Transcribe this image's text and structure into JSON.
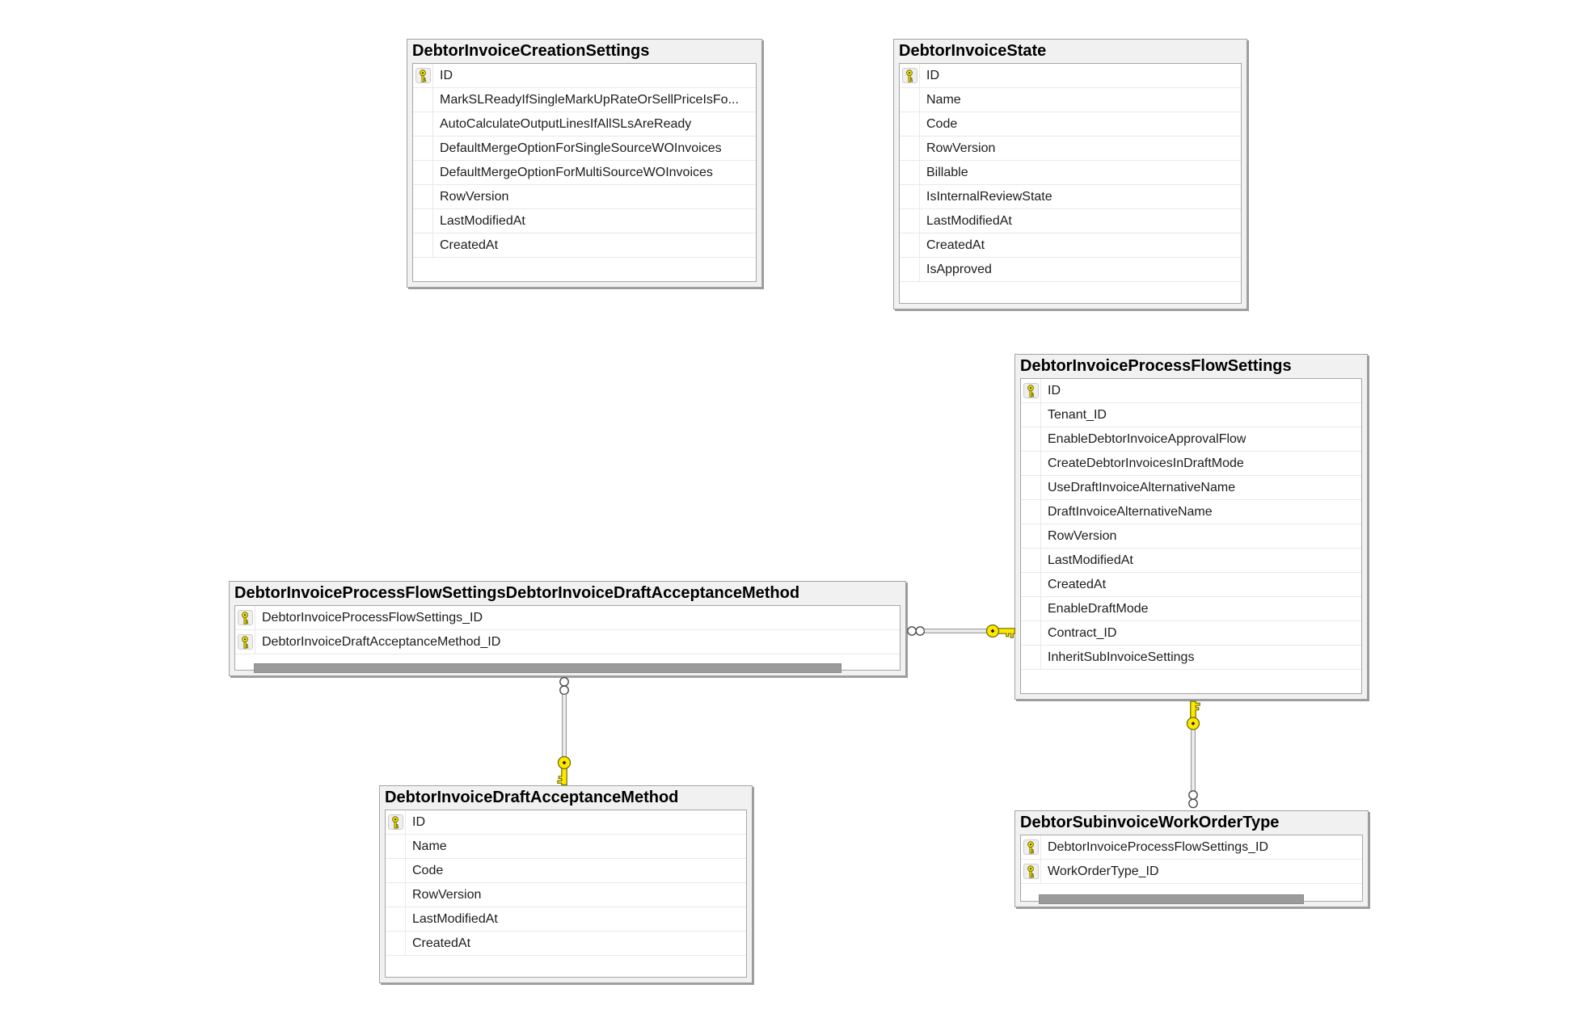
{
  "diagram": {
    "tables": [
      {
        "name": "DebtorInvoiceCreationSettings",
        "columns": [
          {
            "name": "ID",
            "primary_key": true
          },
          {
            "name": "MarkSLReadyIfSingleMarkUpRateOrSellPriceIsFo...",
            "primary_key": false
          },
          {
            "name": "AutoCalculateOutputLinesIfAllSLsAreReady",
            "primary_key": false
          },
          {
            "name": "DefaultMergeOptionForSingleSourceWOInvoices",
            "primary_key": false
          },
          {
            "name": "DefaultMergeOptionForMultiSourceWOInvoices",
            "primary_key": false
          },
          {
            "name": "RowVersion",
            "primary_key": false
          },
          {
            "name": "LastModifiedAt",
            "primary_key": false
          },
          {
            "name": "CreatedAt",
            "primary_key": false
          }
        ]
      },
      {
        "name": "DebtorInvoiceState",
        "columns": [
          {
            "name": "ID",
            "primary_key": true
          },
          {
            "name": "Name",
            "primary_key": false
          },
          {
            "name": "Code",
            "primary_key": false
          },
          {
            "name": "RowVersion",
            "primary_key": false
          },
          {
            "name": "Billable",
            "primary_key": false
          },
          {
            "name": "IsInternalReviewState",
            "primary_key": false
          },
          {
            "name": "LastModifiedAt",
            "primary_key": false
          },
          {
            "name": "CreatedAt",
            "primary_key": false
          },
          {
            "name": "IsApproved",
            "primary_key": false
          }
        ]
      },
      {
        "name": "DebtorInvoiceProcessFlowSettings",
        "columns": [
          {
            "name": "ID",
            "primary_key": true
          },
          {
            "name": "Tenant_ID",
            "primary_key": false
          },
          {
            "name": "EnableDebtorInvoiceApprovalFlow",
            "primary_key": false
          },
          {
            "name": "CreateDebtorInvoicesInDraftMode",
            "primary_key": false
          },
          {
            "name": "UseDraftInvoiceAlternativeName",
            "primary_key": false
          },
          {
            "name": "DraftInvoiceAlternativeName",
            "primary_key": false
          },
          {
            "name": "RowVersion",
            "primary_key": false
          },
          {
            "name": "LastModifiedAt",
            "primary_key": false
          },
          {
            "name": "CreatedAt",
            "primary_key": false
          },
          {
            "name": "EnableDraftMode",
            "primary_key": false
          },
          {
            "name": "Contract_ID",
            "primary_key": false
          },
          {
            "name": "InheritSubInvoiceSettings",
            "primary_key": false
          }
        ]
      },
      {
        "name": "DebtorInvoiceProcessFlowSettingsDebtorInvoiceDraftAcceptanceMethod",
        "columns": [
          {
            "name": "DebtorInvoiceProcessFlowSettings_ID",
            "primary_key": true
          },
          {
            "name": "DebtorInvoiceDraftAcceptanceMethod_ID",
            "primary_key": true
          }
        ]
      },
      {
        "name": "DebtorInvoiceDraftAcceptanceMethod",
        "columns": [
          {
            "name": "ID",
            "primary_key": true
          },
          {
            "name": "Name",
            "primary_key": false
          },
          {
            "name": "Code",
            "primary_key": false
          },
          {
            "name": "RowVersion",
            "primary_key": false
          },
          {
            "name": "LastModifiedAt",
            "primary_key": false
          },
          {
            "name": "CreatedAt",
            "primary_key": false
          }
        ]
      },
      {
        "name": "DebtorSubinvoiceWorkOrderType",
        "columns": [
          {
            "name": "DebtorInvoiceProcessFlowSettings_ID",
            "primary_key": true
          },
          {
            "name": "WorkOrderType_ID",
            "primary_key": true
          }
        ]
      }
    ],
    "relationships": [
      {
        "one_table": "DebtorInvoiceProcessFlowSettings",
        "many_table": "DebtorInvoiceProcessFlowSettingsDebtorInvoiceDraftAcceptanceMethod",
        "one_endpoint": "key",
        "many_endpoint": "infinity"
      },
      {
        "one_table": "DebtorInvoiceDraftAcceptanceMethod",
        "many_table": "DebtorInvoiceProcessFlowSettingsDebtorInvoiceDraftAcceptanceMethod",
        "one_endpoint": "key",
        "many_endpoint": "infinity"
      },
      {
        "one_table": "DebtorInvoiceProcessFlowSettings",
        "many_table": "DebtorSubinvoiceWorkOrderType",
        "one_endpoint": "key",
        "many_endpoint": "infinity"
      }
    ],
    "colors": {
      "key_icon_yellow": "#ffe800",
      "key_icon_outline": "#6d6d00",
      "window_background": "#f1f1f1",
      "grid_background": "#ffffff",
      "window_border": "#a2a2a2",
      "grid_border": "#a6a6a6",
      "row_separator": "#e9e9e9",
      "connector_line": "#9c9c9c",
      "scrollbar_thumb": "#9b9b9b"
    }
  }
}
